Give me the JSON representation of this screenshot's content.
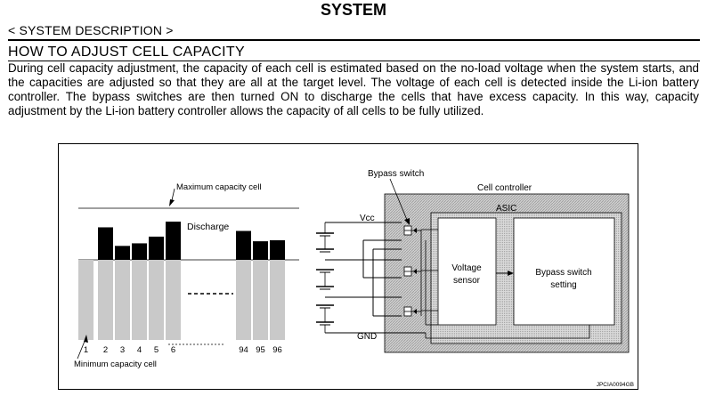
{
  "header": {
    "title": "SYSTEM"
  },
  "section": {
    "label": "< SYSTEM DESCRIPTION >"
  },
  "topic": {
    "title": "HOW TO ADJUST CELL CAPACITY"
  },
  "body": {
    "paragraph": "During cell capacity adjustment, the capacity of each cell is estimated based on the no-load voltage when the system starts, and the capacities are adjusted so that they are all at the target level. The voltage of each cell is detected inside the Li-ion battery controller. The bypass switches are then turned ON to discharge the cells that have excess capacity. In this way, capacity adjustment by the Li-ion battery controller allows the capacity of all cells to be fully utilized."
  },
  "figure": {
    "max_cell_label": "Maximum capacity cell",
    "min_cell_label": "Minimum capacity cell",
    "discharge_label": "Discharge",
    "cell_numbers": [
      "1",
      "2",
      "3",
      "4",
      "5",
      "6",
      "94",
      "95",
      "96"
    ],
    "cell_levels": [
      0,
      0.63,
      0.27,
      0.32,
      0.45,
      0.74,
      0.56,
      0.36,
      0.38
    ],
    "bypass_switch_label": "Bypass switch",
    "cell_controller_label": "Cell controller",
    "asic_label": "ASIC",
    "vcc_label": "Vcc",
    "gnd_label": "GND",
    "voltage_sensor_label": [
      "Voltage",
      "sensor"
    ],
    "bypass_setting_label": [
      "Bypass switch",
      "setting"
    ],
    "figure_id": "JPCIA0094GB"
  }
}
